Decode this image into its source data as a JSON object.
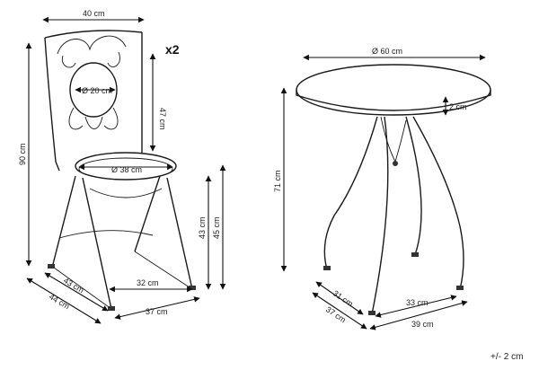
{
  "quantity": "x2",
  "tolerance": "+/- 2 cm",
  "chair": {
    "width_top": "40 cm",
    "height_total": "90 cm",
    "back_height": "47 cm",
    "back_medallion": "Ø 20 cm",
    "seat_diameter": "Ø 38 cm",
    "seat_height_1": "43 cm",
    "seat_height_2": "45 cm",
    "base_inner": "32 cm",
    "depth_1": "43 cm",
    "depth_2": "44 cm",
    "base_front": "37 cm"
  },
  "table": {
    "top_diameter": "Ø 60 cm",
    "top_thickness": "2 cm",
    "height": "71 cm",
    "base_depth_1": "31 cm",
    "base_depth_2": "37 cm",
    "base_width_1": "33 cm",
    "base_width_2": "39 cm"
  }
}
